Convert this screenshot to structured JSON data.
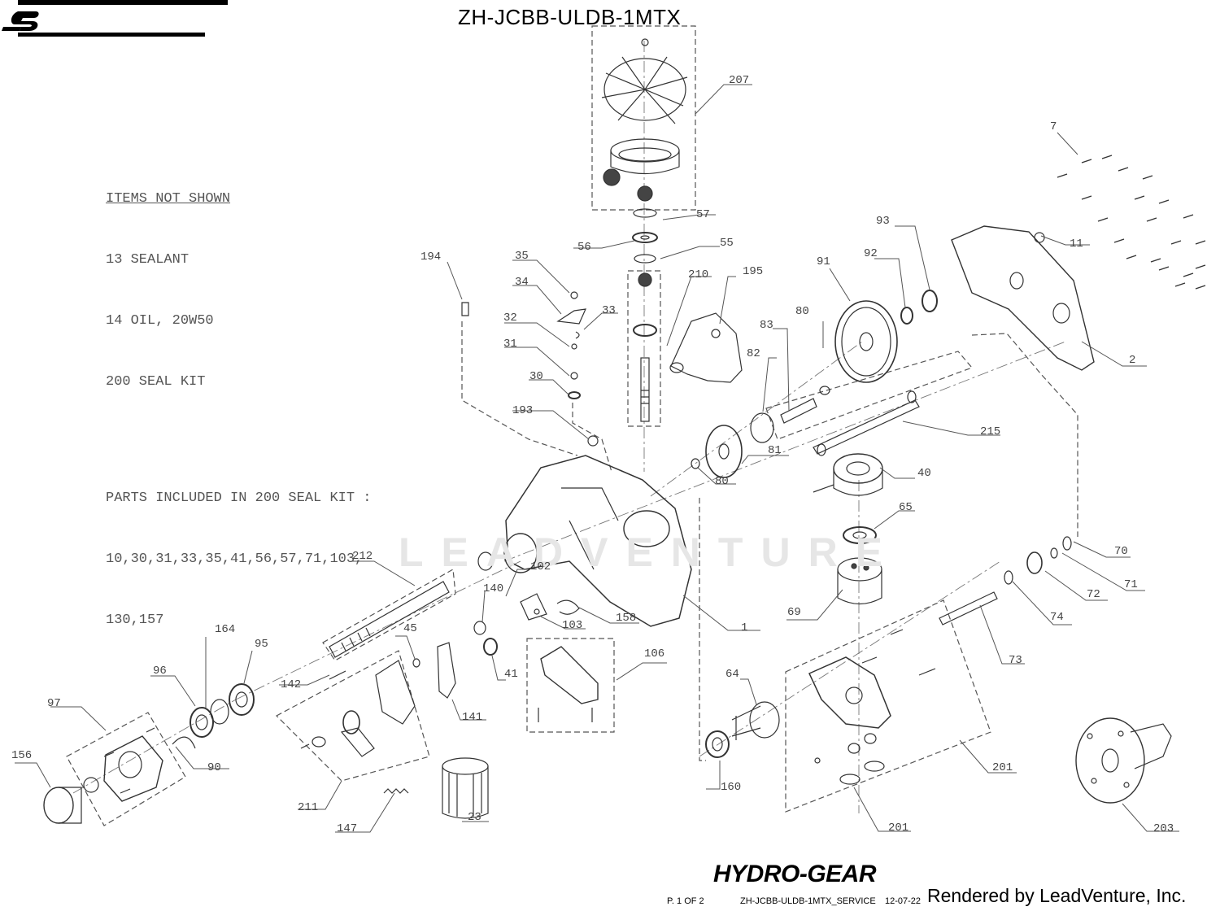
{
  "title": "ZH-JCBB-ULDB-1MTX",
  "notes": {
    "heading": "ITEMS NOT SHOWN",
    "items": [
      "13 SEALANT",
      "14 OIL, 20W50",
      "200 SEAL KIT"
    ],
    "kit_heading": "PARTS INCLUDED IN 200 SEAL KIT :",
    "kit_lines": [
      "10,30,31,33,35,41,56,57,71,103,",
      "130,157"
    ]
  },
  "callouts": [
    {
      "id": "c207",
      "label": "207"
    },
    {
      "id": "c57",
      "label": "57"
    },
    {
      "id": "c56",
      "label": "56"
    },
    {
      "id": "c55",
      "label": "55"
    },
    {
      "id": "c194",
      "label": "194"
    },
    {
      "id": "c35",
      "label": "35"
    },
    {
      "id": "c34",
      "label": "34"
    },
    {
      "id": "c33",
      "label": "33"
    },
    {
      "id": "c32",
      "label": "32"
    },
    {
      "id": "c31",
      "label": "31"
    },
    {
      "id": "c30",
      "label": "30"
    },
    {
      "id": "c210",
      "label": "210"
    },
    {
      "id": "c195",
      "label": "195"
    },
    {
      "id": "c91",
      "label": "91"
    },
    {
      "id": "c92",
      "label": "92"
    },
    {
      "id": "c93",
      "label": "93"
    },
    {
      "id": "c80a",
      "label": "80"
    },
    {
      "id": "c83",
      "label": "83"
    },
    {
      "id": "c82",
      "label": "82"
    },
    {
      "id": "c7",
      "label": "7"
    },
    {
      "id": "c11",
      "label": "11"
    },
    {
      "id": "c2",
      "label": "2"
    },
    {
      "id": "c193",
      "label": "193"
    },
    {
      "id": "c215",
      "label": "215"
    },
    {
      "id": "c81",
      "label": "81"
    },
    {
      "id": "c80b",
      "label": "80"
    },
    {
      "id": "c40",
      "label": "40"
    },
    {
      "id": "c65",
      "label": "65"
    },
    {
      "id": "c70",
      "label": "70"
    },
    {
      "id": "c71",
      "label": "71"
    },
    {
      "id": "c72",
      "label": "72"
    },
    {
      "id": "c74",
      "label": "74"
    },
    {
      "id": "c69",
      "label": "69"
    },
    {
      "id": "c212",
      "label": "212"
    },
    {
      "id": "c102",
      "label": "102"
    },
    {
      "id": "c140",
      "label": "140"
    },
    {
      "id": "c103",
      "label": "103"
    },
    {
      "id": "c158",
      "label": "158"
    },
    {
      "id": "c1",
      "label": "1"
    },
    {
      "id": "c73",
      "label": "73"
    },
    {
      "id": "c164",
      "label": "164"
    },
    {
      "id": "c95",
      "label": "95"
    },
    {
      "id": "c45",
      "label": "45"
    },
    {
      "id": "c41",
      "label": "41"
    },
    {
      "id": "c96",
      "label": "96"
    },
    {
      "id": "c106",
      "label": "106"
    },
    {
      "id": "c142",
      "label": "142"
    },
    {
      "id": "c64",
      "label": "64"
    },
    {
      "id": "c97",
      "label": "97"
    },
    {
      "id": "c141",
      "label": "141"
    },
    {
      "id": "c156",
      "label": "156"
    },
    {
      "id": "c90",
      "label": "90"
    },
    {
      "id": "c201a",
      "label": "201"
    },
    {
      "id": "c160",
      "label": "160"
    },
    {
      "id": "c211",
      "label": "211"
    },
    {
      "id": "c23",
      "label": "23"
    },
    {
      "id": "c147",
      "label": "147"
    },
    {
      "id": "c201b",
      "label": "201"
    },
    {
      "id": "c203",
      "label": "203"
    }
  ],
  "watermark": "LEADVENTURE",
  "logo": "HYDRO-GEAR",
  "footer": {
    "page": "P. 1 OF 2",
    "code": "ZH-JCBB-ULDB-1MTX_SERVICE",
    "date": "12-07-22",
    "rendered_by": "Rendered by LeadVenture, Inc."
  }
}
